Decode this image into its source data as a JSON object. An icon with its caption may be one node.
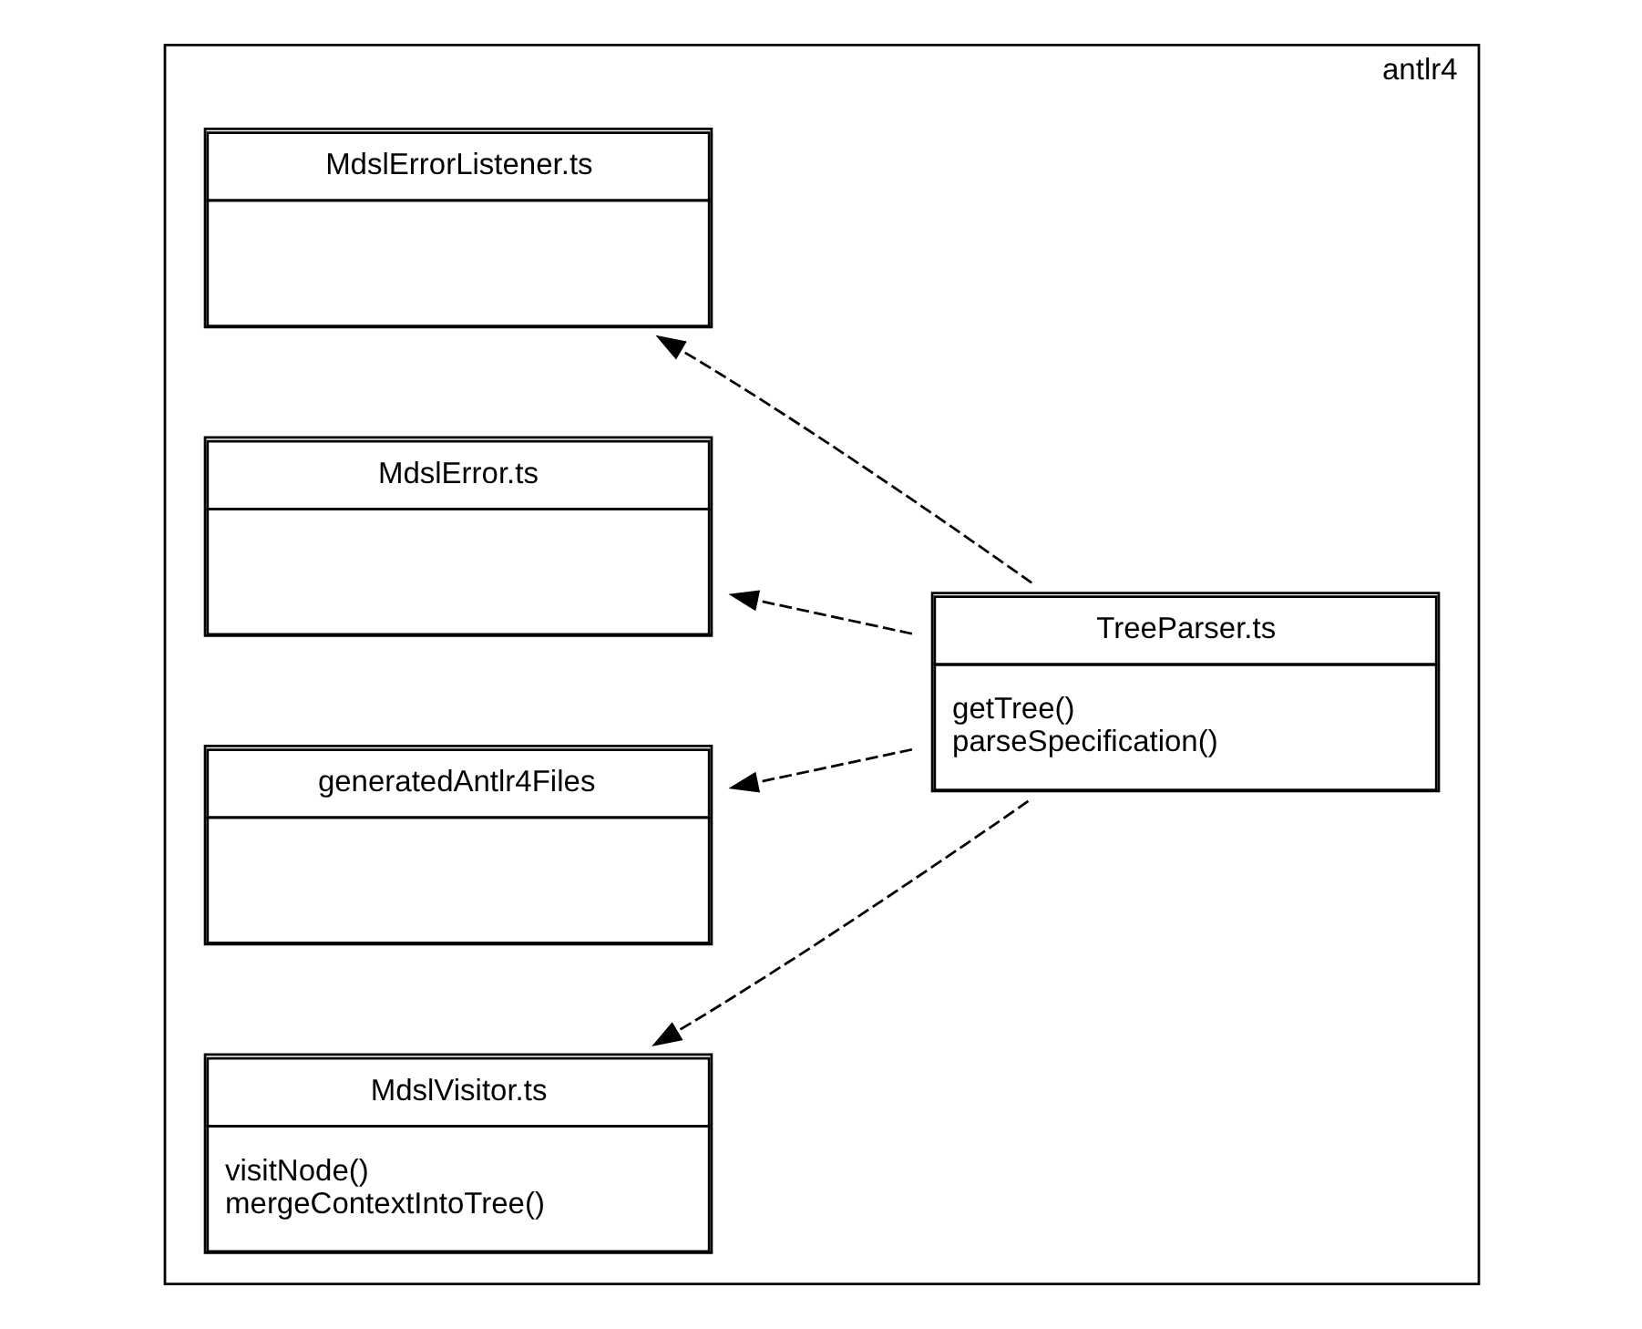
{
  "diagram": {
    "nodes": [
      {
        "text": [
          "antlr4"
        ]
      },
      {
        "text": [
          "MdslVisitor.ts",
          "visitNode()",
          "mergeContextIntoTree()"
        ],
        "in": 0
      },
      {
        "text": [
          "TreeParser.ts",
          "getTree()",
          "parseSpecification()"
        ],
        "in": 0
      },
      {
        "text": [
          "generatedAntlr4Files"
        ],
        "in": 0
      },
      {
        "text": [
          "MdslError.ts"
        ],
        "in": 0
      },
      {
        "text": [
          "MdslErrorListener.ts"
        ],
        "in": 0
      }
    ],
    "edges": [
      {
        "from": 2,
        "to": 1,
        "arrow": "to",
        "style": "dashed"
      },
      {
        "from": 2,
        "to": 3,
        "arrow": "to",
        "style": "dashed"
      },
      {
        "from": 2,
        "to": 4,
        "arrow": "to",
        "style": "dashed"
      },
      {
        "from": 2,
        "to": 5,
        "arrow": "to",
        "style": "dashed"
      }
    ]
  }
}
